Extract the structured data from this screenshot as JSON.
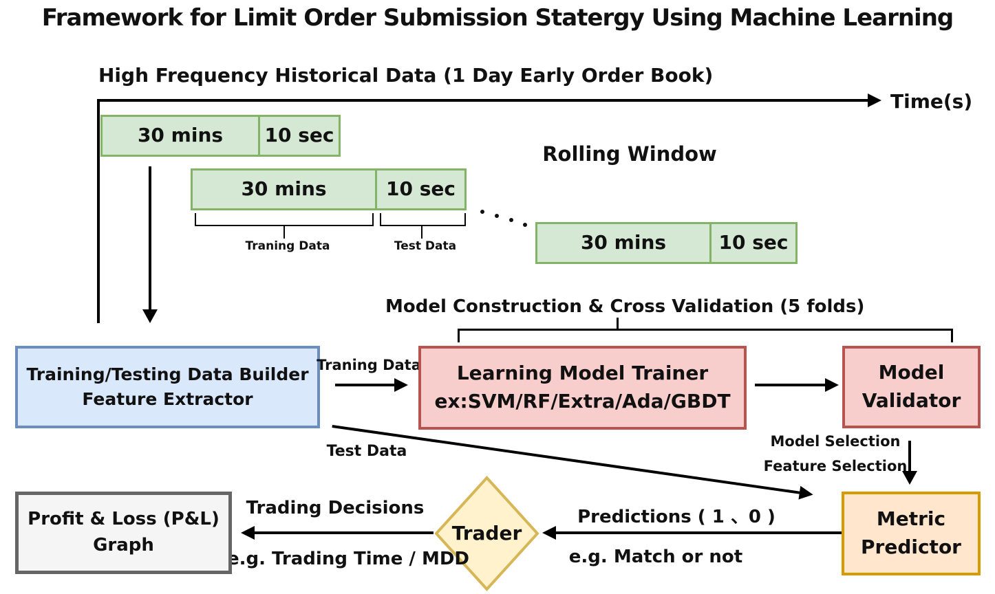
{
  "title": "Framework for Limit Order Submission Statergy Using Machine Learning",
  "timeline": {
    "heading": "High Frequency Historical Data (1 Day Early Order Book)",
    "axis_label": "Time(s)"
  },
  "rolling": {
    "label": "Rolling Window",
    "windows": [
      {
        "train": "30 mins",
        "test": "10 sec"
      },
      {
        "train": "30 mins",
        "test": "10 sec"
      },
      {
        "train": "30 mins",
        "test": "10 sec"
      }
    ],
    "training_data_label": "Traning Data",
    "test_data_label": "Test Data"
  },
  "model_construction": {
    "label": "Model Construction & Cross Validation (5 folds)"
  },
  "nodes": {
    "data_builder": {
      "line1": "Training/Testing Data Builder",
      "line2": "Feature Extractor"
    },
    "trainer": {
      "line1": "Learning Model Trainer",
      "line2": "ex:SVM/RF/Extra/Ada/GBDT"
    },
    "validator": {
      "line1": "Model",
      "line2": "Validator"
    },
    "metric_predictor": {
      "line1": "Metric",
      "line2": "Predictor"
    },
    "trader": {
      "label": "Trader"
    },
    "pnl": {
      "line1": "Profit & Loss (P&L)",
      "line2": "Graph"
    }
  },
  "edges": {
    "traning_data": "Traning Data",
    "test_data": "Test Data",
    "model_selection": "Model Selection",
    "feature_selection": "Feature Selection",
    "predictions": "Predictions ( 1 、0 )",
    "match_or_not": "e.g. Match or not",
    "trading_decisions": "Trading Decisions",
    "trading_time_mdd": "e.g. Trading Time / MDD"
  },
  "colors": {
    "window_fill": "#d5e8d4",
    "window_border": "#82b366",
    "builder_fill": "#dae8fc",
    "builder_border": "#6c8ebf",
    "model_fill": "#f8cecc",
    "model_border": "#b85450",
    "metric_fill": "#ffe6cc",
    "metric_border": "#d79b00",
    "trader_fill": "#fff2cc",
    "trader_border": "#d6b656",
    "pnl_fill": "#f5f5f5",
    "pnl_border": "#666666"
  }
}
